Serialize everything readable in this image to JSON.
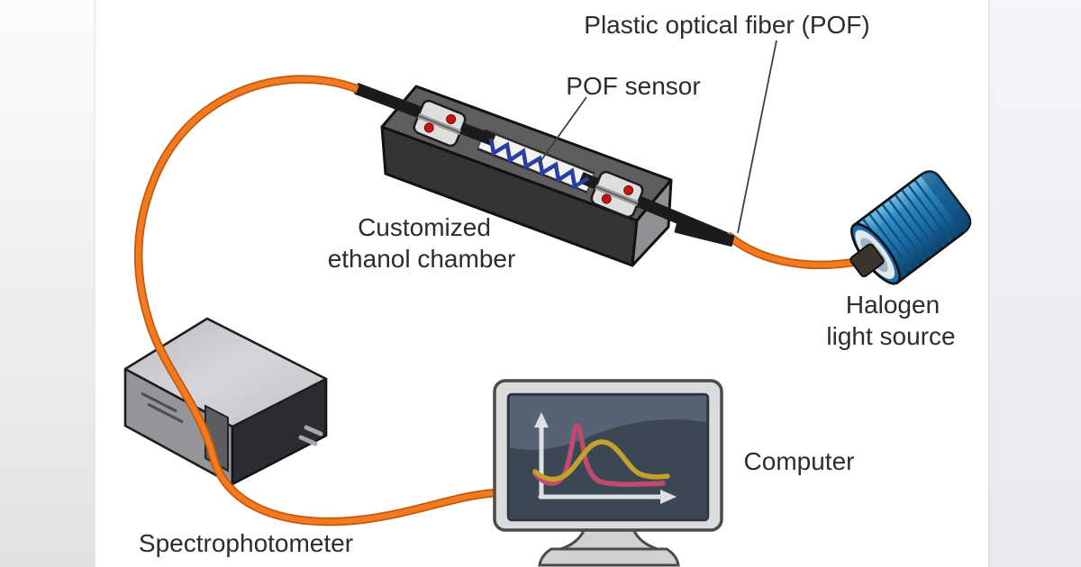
{
  "title": "POF ethanol-sensing experimental setup diagram",
  "labels": {
    "pof_fiber": "Plastic optical fiber (POF)",
    "pof_sensor": "POF sensor",
    "chamber_line1": "Customized",
    "chamber_line2": "ethanol chamber",
    "halogen_line1": "Halogen",
    "halogen_line2": "light source",
    "computer": "Computer",
    "spectrophotometer": "Spectrophotometer"
  },
  "components": [
    "Customized ethanol chamber with POF sensor",
    "Plastic optical fiber (POF)",
    "Halogen light source",
    "Spectrophotometer",
    "Computer"
  ],
  "connections": [
    {
      "from": "Halogen light source",
      "to": "Customized ethanol chamber",
      "via": "orange optical fiber"
    },
    {
      "from": "Customized ethanol chamber",
      "to": "Spectrophotometer",
      "via": "orange optical fiber"
    },
    {
      "from": "Spectrophotometer",
      "to": "Computer",
      "via": "orange cable"
    }
  ],
  "computer_screen_chart": {
    "type": "line",
    "axes": "unlabeled x/y axes with white arrows",
    "series": [
      {
        "name": "narrow tall peak",
        "color": "#c24a6e"
      },
      {
        "name": "broad short peak",
        "color": "#c6a02c"
      }
    ]
  },
  "colors": {
    "cable_orange": "#f4791f",
    "cable_orange_edge": "#c05a0c",
    "chamber_top_gray": "#5e5e60",
    "chamber_front_gray": "#343437",
    "sensor_zigzag_blue": "#2b3ea6",
    "clamp_dot_red": "#c81414",
    "halogen_blue": "#1e7ab8",
    "screen_slate": "#3c4754",
    "curve_pink": "#c24a6e",
    "curve_yellow": "#c6a02c",
    "label_text": "#2d2d2d",
    "background_side_gray": "#e7e9ec"
  }
}
